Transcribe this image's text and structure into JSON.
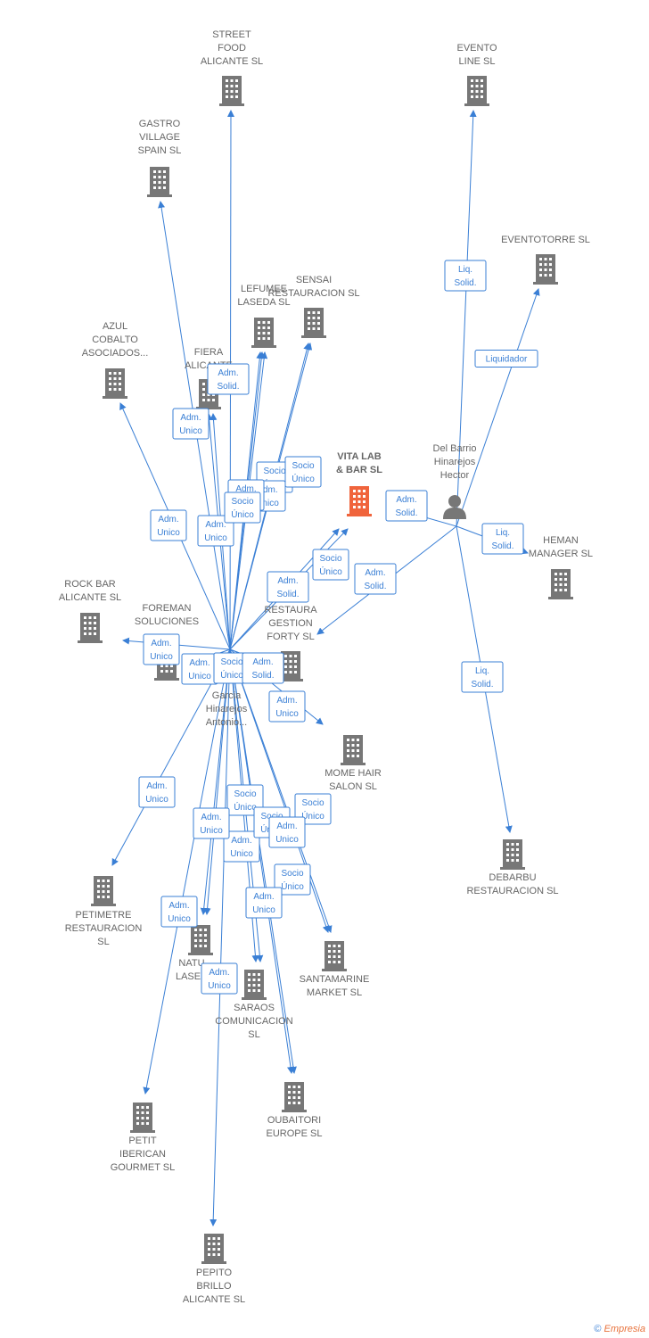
{
  "colors": {
    "edge": "#3a7fd5",
    "building": "#777777",
    "focus": "#f0643c",
    "person": "#777777"
  },
  "footer": {
    "copyright": "©",
    "brand": "Empresia"
  },
  "nodes": [
    {
      "id": "street",
      "type": "building",
      "lines": [
        "STREET",
        "FOOD",
        "ALICANTE  SL"
      ]
    },
    {
      "id": "evento",
      "type": "building",
      "lines": [
        "EVENTO",
        "LINE SL"
      ]
    },
    {
      "id": "gastro",
      "type": "building",
      "lines": [
        "GASTRO",
        "VILLAGE",
        "SPAIN  SL"
      ]
    },
    {
      "id": "eventotorre",
      "type": "building",
      "lines": [
        "EVENTOTORRE SL"
      ]
    },
    {
      "id": "lefumee",
      "type": "building",
      "lines": [
        "LEFUMEE",
        "LASEDA  SL"
      ]
    },
    {
      "id": "sensai",
      "type": "building",
      "lines": [
        "SENSAI",
        "RESTAURACION SL"
      ]
    },
    {
      "id": "azul",
      "type": "building",
      "lines": [
        "AZUL",
        "COBALTO",
        "ASOCIADOS..."
      ]
    },
    {
      "id": "fiera",
      "type": "building",
      "lines": [
        "FIERA",
        "ALICANTE"
      ]
    },
    {
      "id": "vita",
      "type": "focus",
      "lines": [
        "VITA LAB",
        "& BAR  SL"
      ]
    },
    {
      "id": "delbarrio",
      "type": "person",
      "lines": [
        "Del Barrio",
        "Hinarejos",
        "Hector"
      ]
    },
    {
      "id": "heman",
      "type": "building",
      "lines": [
        "HEMAN",
        "MANAGER SL"
      ]
    },
    {
      "id": "rockbar",
      "type": "building",
      "lines": [
        "ROCK BAR",
        "ALICANTE  SL"
      ]
    },
    {
      "id": "foreman",
      "type": "building",
      "lines": [
        "FOREMAN",
        "SOLUCIONES"
      ]
    },
    {
      "id": "restaura",
      "type": "building",
      "lines": [
        "RESTAURA",
        "GESTION",
        "FORTY SL"
      ]
    },
    {
      "id": "garcia",
      "type": "person",
      "lines": [
        "Garcia",
        "Hinarejos",
        "Antonio..."
      ]
    },
    {
      "id": "mome",
      "type": "building",
      "lines": [
        "MOME HAIR",
        "SALON  SL"
      ]
    },
    {
      "id": "debarbu",
      "type": "building",
      "lines": [
        "DEBARBU",
        "RESTAURACION SL"
      ]
    },
    {
      "id": "petimetre",
      "type": "building",
      "lines": [
        "PETIMETRE",
        "RESTAURACION",
        "SL"
      ]
    },
    {
      "id": "natu",
      "type": "building",
      "lines": [
        "NATU",
        "LASED"
      ]
    },
    {
      "id": "santamarine",
      "type": "building",
      "lines": [
        "SANTAMARINE",
        "MARKET  SL"
      ]
    },
    {
      "id": "saraos",
      "type": "building",
      "lines": [
        "SARAOS",
        "COMUNICACION",
        "SL"
      ]
    },
    {
      "id": "petit",
      "type": "building",
      "lines": [
        "PETIT",
        "IBERICAN",
        "GOURMET SL"
      ]
    },
    {
      "id": "oubaitori",
      "type": "building",
      "lines": [
        "OUBAITORI",
        "EUROPE  SL"
      ]
    },
    {
      "id": "pepito",
      "type": "building",
      "lines": [
        "PEPITO",
        "BRILLO",
        "ALICANTE  SL"
      ]
    }
  ],
  "edges": [
    {
      "from": "delbarrio",
      "to": "evento",
      "lines": [
        "Liq.",
        "Solid."
      ]
    },
    {
      "from": "delbarrio",
      "to": "eventotorre",
      "lines": [
        "Liquidador"
      ]
    },
    {
      "from": "delbarrio",
      "to": "vita",
      "lines": [
        "Adm.",
        "Solid."
      ]
    },
    {
      "from": "delbarrio",
      "to": "heman",
      "lines": [
        "Liq.",
        "Solid."
      ]
    },
    {
      "from": "delbarrio",
      "to": "restaura",
      "lines": [
        "Adm.",
        "Solid."
      ]
    },
    {
      "from": "delbarrio",
      "to": "debarbu",
      "lines": [
        "Liq.",
        "Solid."
      ]
    },
    {
      "from": "garcia",
      "to": "street",
      "lines": []
    },
    {
      "from": "garcia",
      "to": "gastro",
      "lines": [
        "Adm.",
        "Unico"
      ]
    },
    {
      "from": "garcia",
      "to": "lefumee",
      "lines": [
        "Socio",
        "Único"
      ]
    },
    {
      "from": "garcia",
      "to": "sensai",
      "lines": [
        "Socio",
        "Único"
      ]
    },
    {
      "from": "garcia",
      "to": "azul",
      "lines": [
        "Adm.",
        "Unico"
      ]
    },
    {
      "from": "garcia",
      "to": "fiera",
      "lines": [
        "Adm.",
        "Solid."
      ]
    },
    {
      "from": "garcia",
      "to": "fiera",
      "lines": [
        "Adm.",
        "Unico"
      ]
    },
    {
      "from": "garcia",
      "to": "lefumee",
      "lines": [
        "Adm.",
        "Unico"
      ]
    },
    {
      "from": "garcia",
      "to": "sensai",
      "lines": [
        "Adm.",
        "Unico"
      ]
    },
    {
      "from": "garcia",
      "to": "lefumee",
      "lines": [
        "Socio",
        "Único"
      ]
    },
    {
      "from": "garcia",
      "to": "vita",
      "lines": [
        "Adm.",
        "Solid."
      ]
    },
    {
      "from": "garcia",
      "to": "vita",
      "lines": [
        "Socio",
        "Único"
      ]
    },
    {
      "from": "garcia",
      "to": "rockbar",
      "lines": [
        "Adm.",
        "Unico"
      ]
    },
    {
      "from": "garcia",
      "to": "foreman",
      "lines": [
        "Adm.",
        "Unico"
      ]
    },
    {
      "from": "garcia",
      "to": "restaura",
      "lines": [
        "Socio",
        "Único"
      ]
    },
    {
      "from": "garcia",
      "to": "restaura",
      "lines": [
        "Adm.",
        "Solid."
      ]
    },
    {
      "from": "garcia",
      "to": "mome",
      "lines": [
        "Adm.",
        "Unico"
      ]
    },
    {
      "from": "garcia",
      "to": "petimetre",
      "lines": [
        "Adm.",
        "Unico"
      ]
    },
    {
      "from": "garcia",
      "to": "natu",
      "lines": [
        "Adm.",
        "Unico"
      ]
    },
    {
      "from": "garcia",
      "to": "santamarine",
      "lines": [
        "Socio",
        "Único"
      ]
    },
    {
      "from": "garcia",
      "to": "santamarine",
      "lines": [
        "Socio",
        "Único"
      ]
    },
    {
      "from": "garcia",
      "to": "saraos",
      "lines": [
        "Adm.",
        "Unico"
      ]
    },
    {
      "from": "garcia",
      "to": "saraos",
      "lines": [
        "Socio",
        "Único"
      ]
    },
    {
      "from": "garcia",
      "to": "oubaitori",
      "lines": [
        "Adm.",
        "Unico"
      ]
    },
    {
      "from": "garcia",
      "to": "oubaitori",
      "lines": [
        "Socio",
        "Único"
      ]
    },
    {
      "from": "garcia",
      "to": "petit",
      "lines": [
        "Adm.",
        "Unico"
      ]
    },
    {
      "from": "garcia",
      "to": "pepito",
      "lines": [
        "Adm.",
        "Unico"
      ]
    },
    {
      "from": "garcia",
      "to": "natu",
      "lines": [
        "Adm.",
        "Unico"
      ]
    }
  ]
}
